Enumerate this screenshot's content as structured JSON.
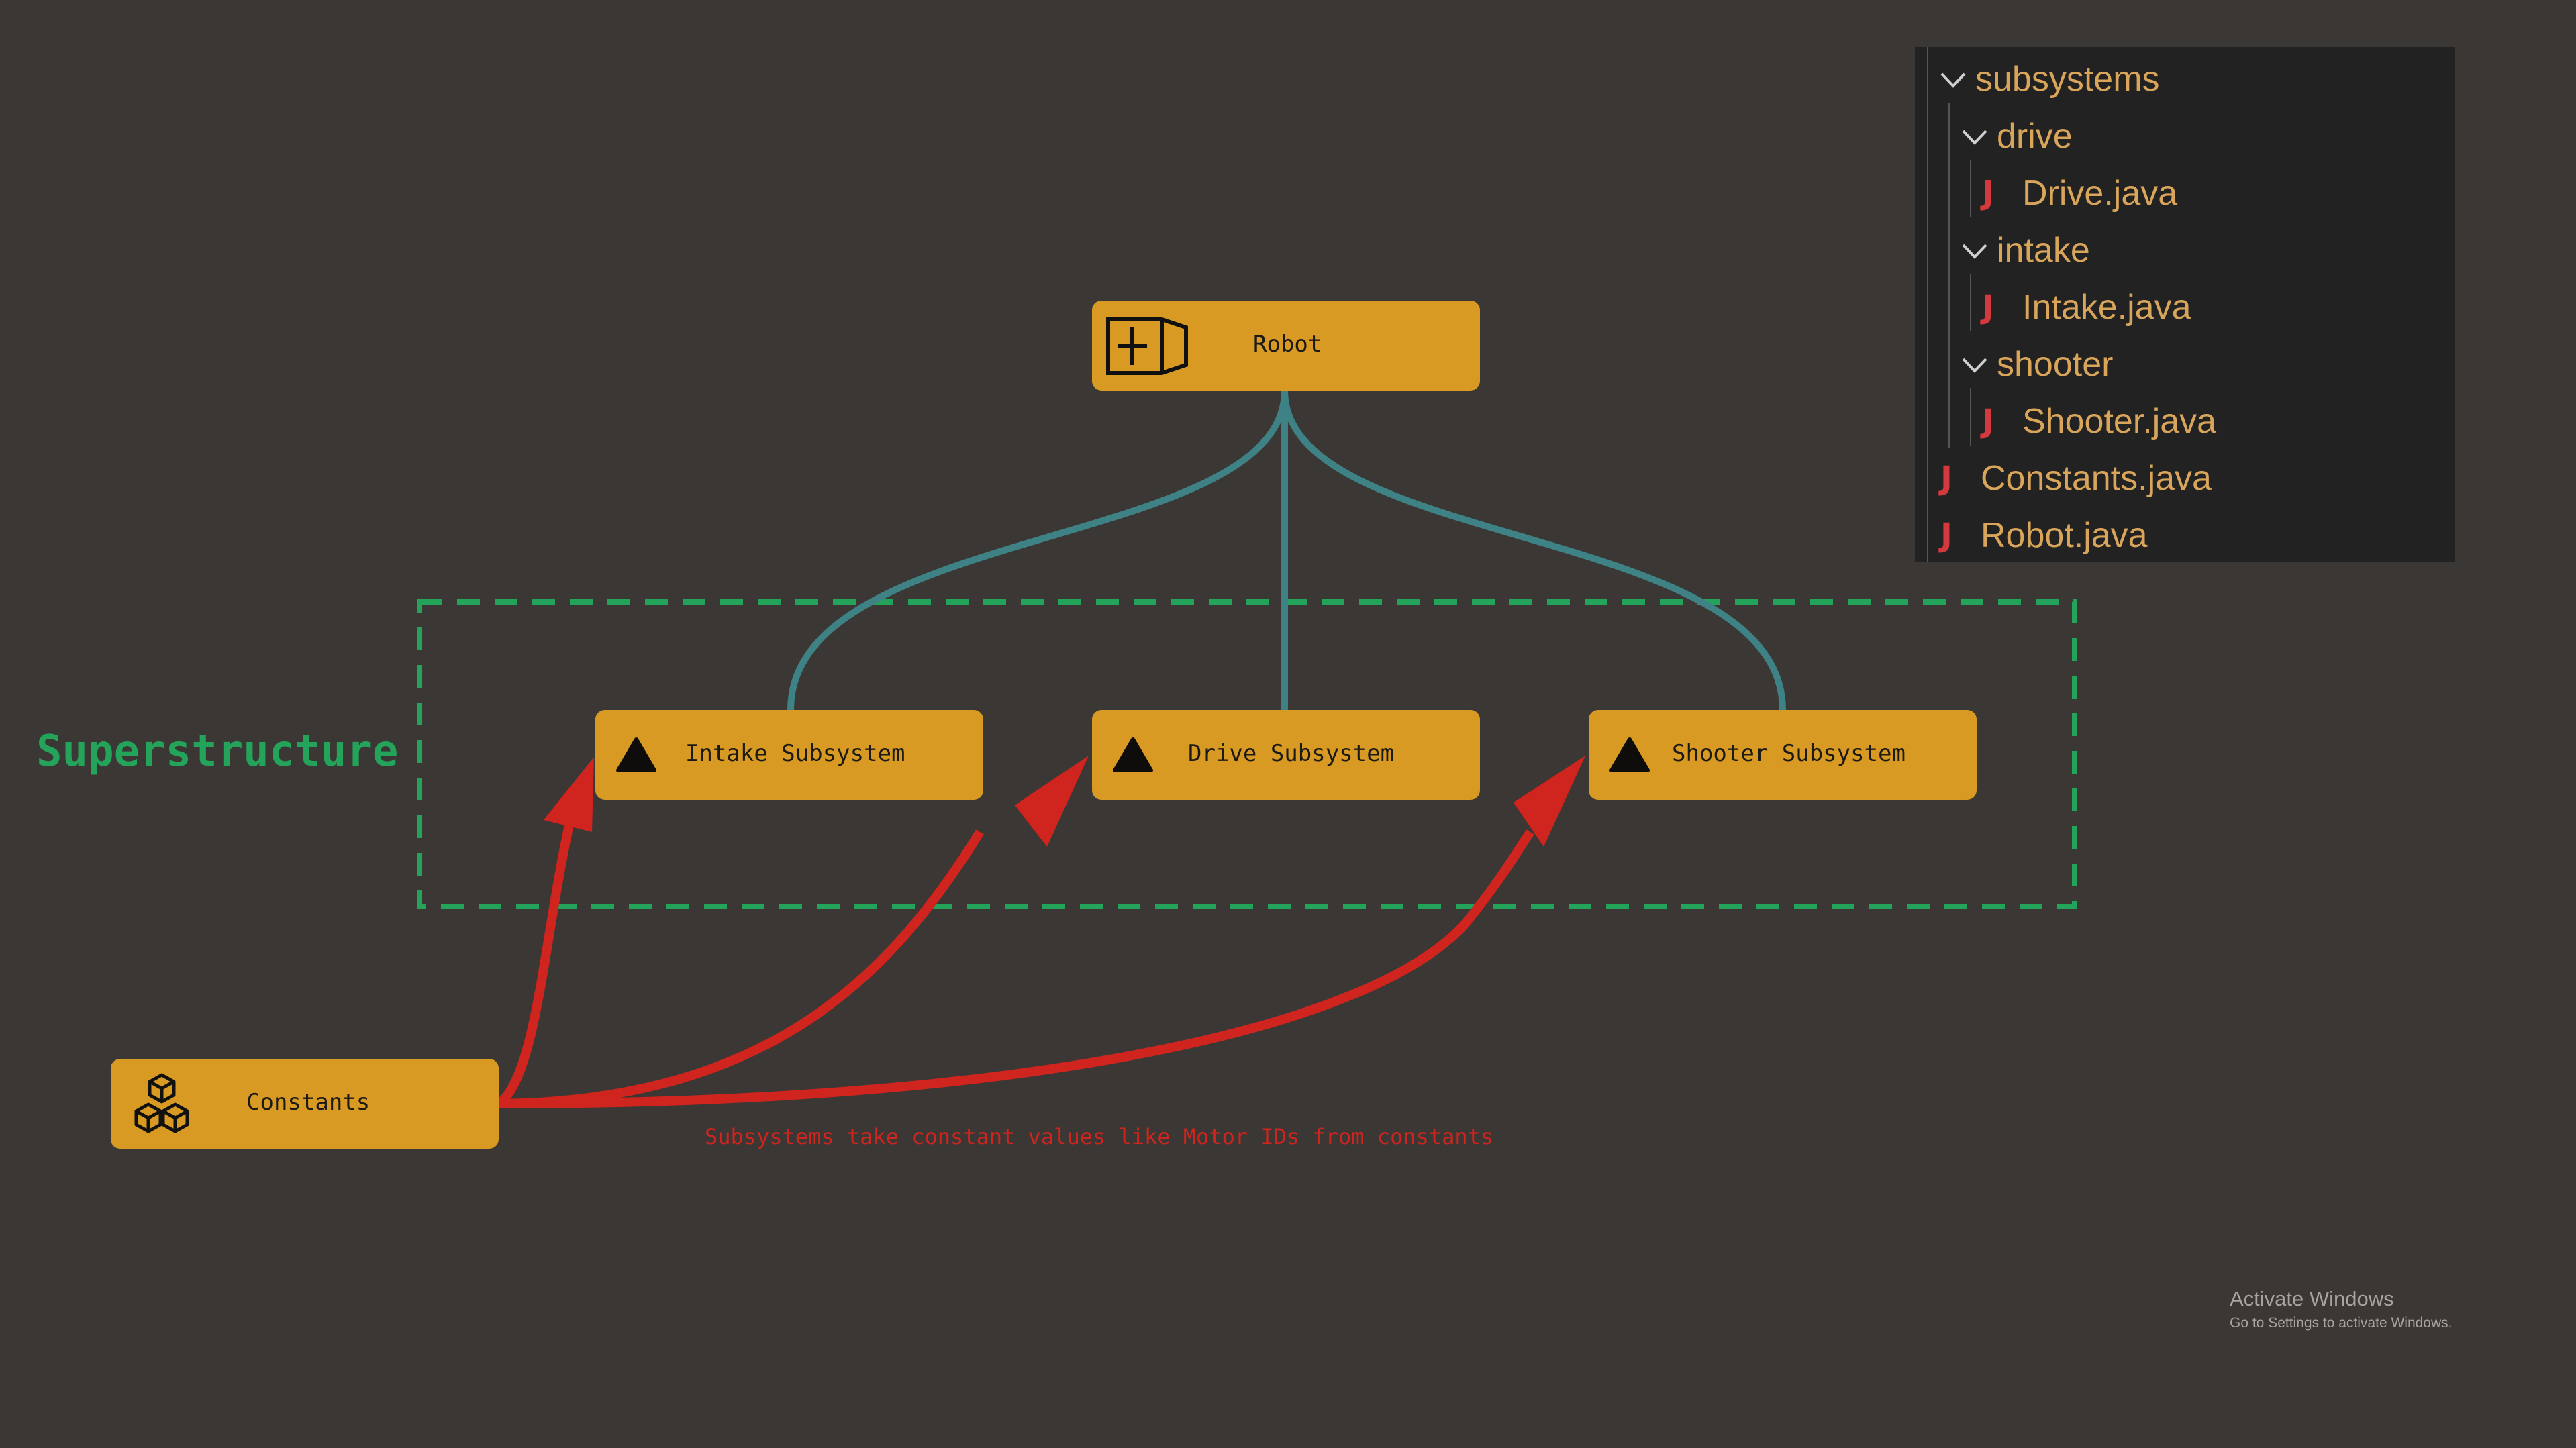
{
  "colors": {
    "background": "#3b3734",
    "node_fill": "#d89a22",
    "node_text": "#1c1a17",
    "tree_edge": "#3f8285",
    "constants_edge": "#d0241e",
    "group_border": "#24a35a",
    "tree_panel_bg": "#222222",
    "tree_text": "#d8a55a",
    "java_icon": "#d5383d"
  },
  "diagram": {
    "group_label": "Superstructure",
    "caption": "Subsystems take constant values like Motor IDs from constants",
    "nodes": {
      "robot": {
        "label": "Robot",
        "icon": "robot-box-icon"
      },
      "intake": {
        "label": "Intake Subsystem",
        "icon": "warning-triangle-icon"
      },
      "drive": {
        "label": "Drive Subsystem",
        "icon": "warning-triangle-icon"
      },
      "shooter": {
        "label": "Shooter Subsystem",
        "icon": "warning-triangle-icon"
      },
      "constants": {
        "label": "Constants",
        "icon": "cubes-icon"
      }
    },
    "edges": [
      {
        "from": "robot",
        "to": "intake",
        "kind": "tree"
      },
      {
        "from": "robot",
        "to": "drive",
        "kind": "tree"
      },
      {
        "from": "robot",
        "to": "shooter",
        "kind": "tree"
      },
      {
        "from": "constants",
        "to": "intake",
        "kind": "arrow"
      },
      {
        "from": "constants",
        "to": "drive",
        "kind": "arrow"
      },
      {
        "from": "constants",
        "to": "shooter",
        "kind": "arrow"
      }
    ]
  },
  "file_tree": {
    "items": [
      {
        "label": "subsystems",
        "type": "folder",
        "expanded": true,
        "icon": "chevron-down-icon"
      },
      {
        "label": "drive",
        "type": "folder",
        "expanded": true,
        "icon": "chevron-down-icon"
      },
      {
        "label": "Drive.java",
        "type": "file",
        "icon": "java-file-icon"
      },
      {
        "label": "intake",
        "type": "folder",
        "expanded": true,
        "icon": "chevron-down-icon"
      },
      {
        "label": "Intake.java",
        "type": "file",
        "icon": "java-file-icon"
      },
      {
        "label": "shooter",
        "type": "folder",
        "expanded": true,
        "icon": "chevron-down-icon"
      },
      {
        "label": "Shooter.java",
        "type": "file",
        "icon": "java-file-icon"
      },
      {
        "label": "Constants.java",
        "type": "file",
        "icon": "java-file-icon"
      },
      {
        "label": "Robot.java",
        "type": "file",
        "icon": "java-file-icon"
      }
    ],
    "java_glyph": "J"
  },
  "watermark": {
    "title": "Activate Windows",
    "subtitle": "Go to Settings to activate Windows."
  }
}
